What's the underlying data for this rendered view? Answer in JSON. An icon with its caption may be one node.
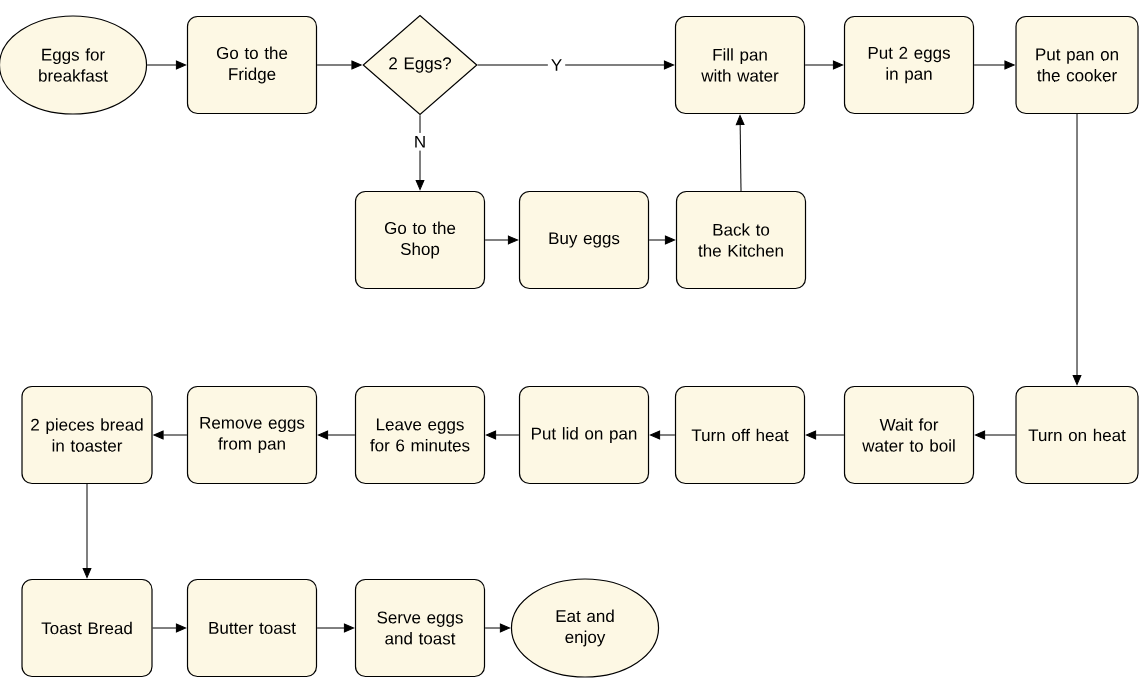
{
  "diagram": {
    "nodes": [
      {
        "text": [
          "Eggs for breakfast"
        ]
      },
      {
        "text": [
          "Go to the Fridge"
        ]
      },
      {
        "text": [
          "2 Eggs?"
        ]
      },
      {
        "text": [
          "Fill pan with water"
        ]
      },
      {
        "text": [
          "Put 2 eggs in pan"
        ]
      },
      {
        "text": [
          "Put pan on the cooker"
        ]
      },
      {
        "text": [
          "Go to the Shop"
        ]
      },
      {
        "text": [
          "Buy eggs"
        ]
      },
      {
        "text": [
          "Back to the Kitchen"
        ]
      },
      {
        "text": [
          "Turn on heat"
        ]
      },
      {
        "text": [
          "Wait for water to boil"
        ]
      },
      {
        "text": [
          "Turn off heat"
        ]
      },
      {
        "text": [
          "Put lid on pan"
        ]
      },
      {
        "text": [
          "Leave eggs for 6 minutes"
        ]
      },
      {
        "text": [
          "Remove eggs from pan"
        ]
      },
      {
        "text": [
          "2 pieces bread in toaster"
        ]
      },
      {
        "text": [
          "Toast Bread"
        ]
      },
      {
        "text": [
          "Butter toast"
        ]
      },
      {
        "text": [
          "Serve eggs and toast"
        ]
      },
      {
        "text": [
          "Eat and enjoy"
        ]
      }
    ],
    "edges": [
      {
        "from": 0,
        "to": 1,
        "arrow": "to"
      },
      {
        "from": 1,
        "to": 2,
        "arrow": "to"
      },
      {
        "from": 2,
        "to": 3,
        "arrow": "to",
        "label": "Y"
      },
      {
        "from": 3,
        "to": 4,
        "arrow": "to"
      },
      {
        "from": 4,
        "to": 5,
        "arrow": "to"
      },
      {
        "from": 2,
        "to": 6,
        "arrow": "to",
        "label": "N"
      },
      {
        "from": 6,
        "to": 7,
        "arrow": "to"
      },
      {
        "from": 7,
        "to": 8,
        "arrow": "to"
      },
      {
        "from": 8,
        "to": 3,
        "arrow": "to"
      },
      {
        "from": 5,
        "to": 9,
        "arrow": "to"
      },
      {
        "from": 9,
        "to": 10,
        "arrow": "to"
      },
      {
        "from": 10,
        "to": 11,
        "arrow": "to"
      },
      {
        "from": 11,
        "to": 12,
        "arrow": "to"
      },
      {
        "from": 12,
        "to": 13,
        "arrow": "to"
      },
      {
        "from": 13,
        "to": 14,
        "arrow": "to"
      },
      {
        "from": 14,
        "to": 15,
        "arrow": "to"
      },
      {
        "from": 15,
        "to": 16,
        "arrow": "to"
      },
      {
        "from": 16,
        "to": 17,
        "arrow": "to"
      },
      {
        "from": 17,
        "to": 18,
        "arrow": "to"
      },
      {
        "from": 18,
        "to": 19,
        "arrow": "to"
      }
    ]
  }
}
